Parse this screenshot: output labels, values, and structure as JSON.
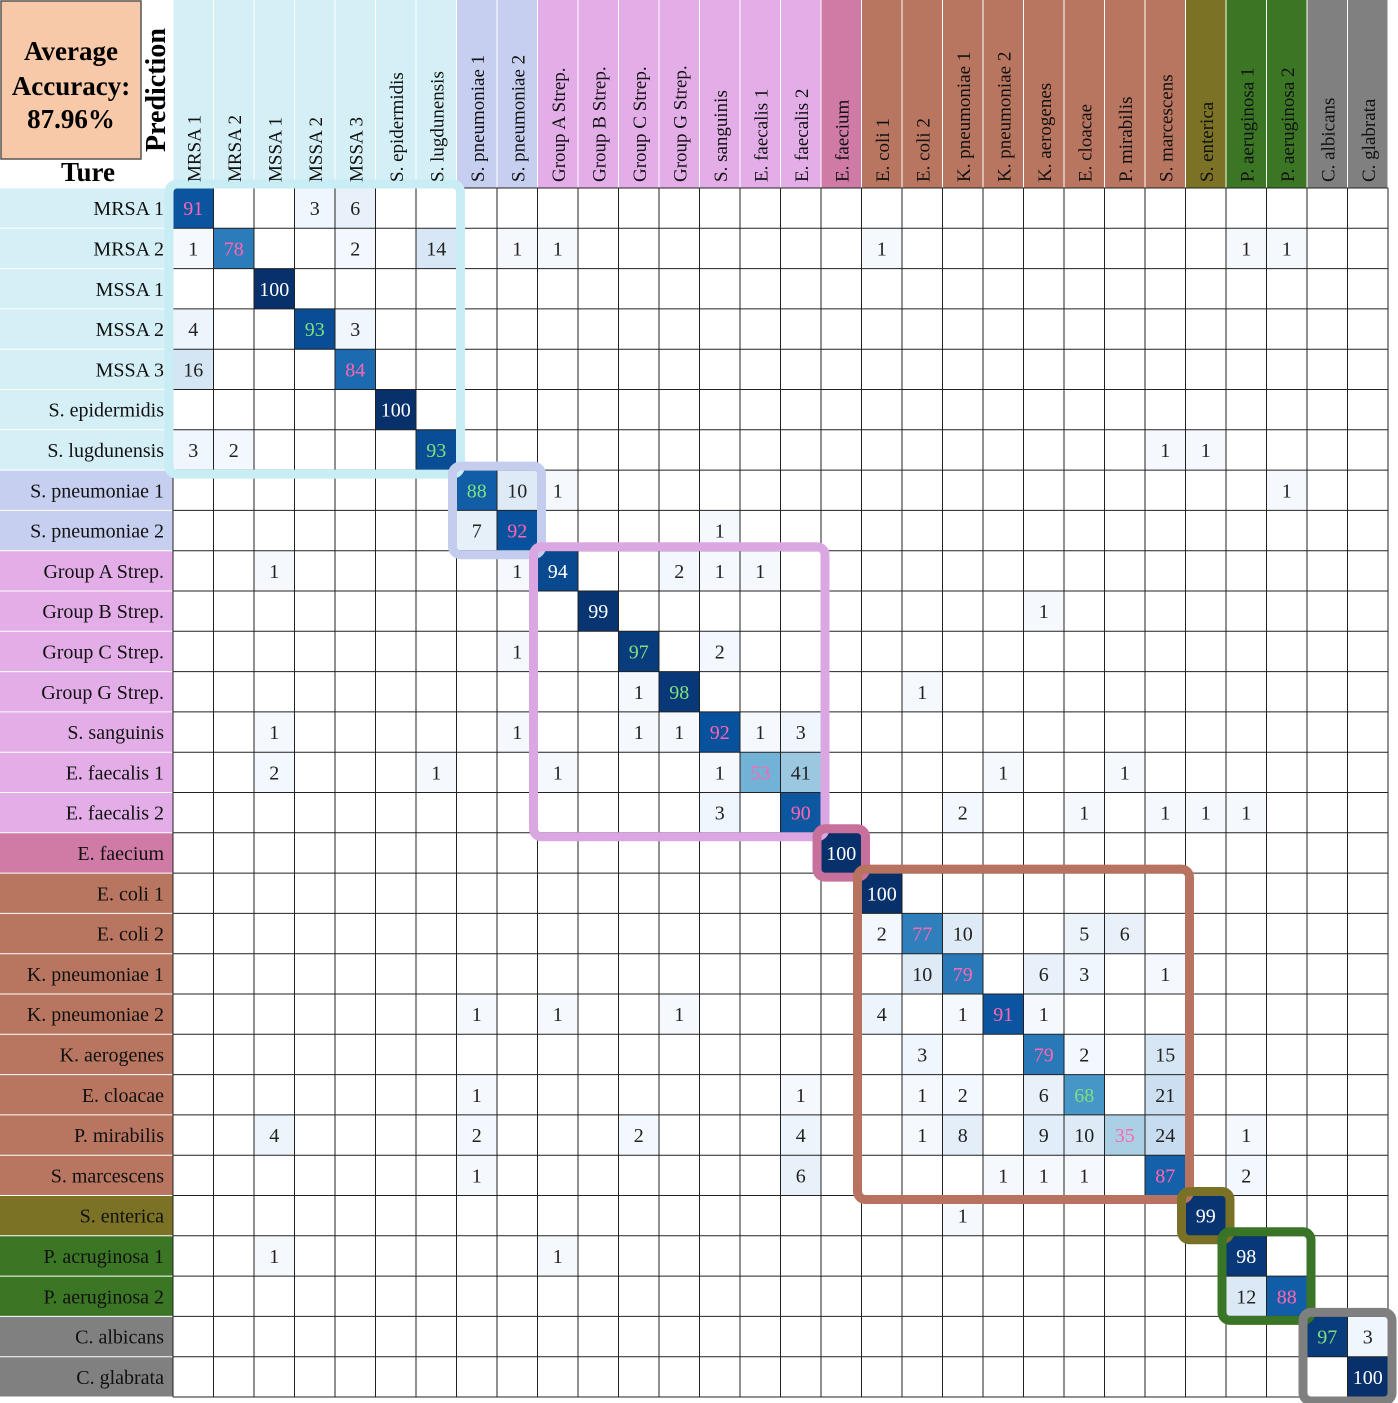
{
  "title_box": {
    "label": "Average Accuracy:",
    "value": "87.96%"
  },
  "axis_labels": {
    "predicted": "Prediction",
    "true": "Ture"
  },
  "chart_data": {
    "type": "heatmap",
    "labels": [
      "MRSA 1",
      "MRSA 2",
      "MSSA 1",
      "MSSA 2",
      "MSSA 3",
      "S. epidermidis",
      "S. lugdunensis",
      "S. pneumoniae 1",
      "S. pneumoniae 2",
      "Group A Strep.",
      "Group B Strep.",
      "Group C Strep.",
      "Group G Strep.",
      "S. sanguinis",
      "E. faecalis 1",
      "E. faecalis 2",
      "E. faecium",
      "E. coli 1",
      "E. coli 2",
      "K. pneumoniae 1",
      "K. pneumoniae 2",
      "K. aerogenes",
      "E. cloacae",
      "P. mirabilis",
      "S. marcescens",
      "S. enterica",
      "P. aeruginosa 1",
      "P. aeruginosa 2",
      "C. albicans",
      "C. glabrata"
    ],
    "row_labels": [
      "MRSA 1",
      "MRSA 2",
      "MSSA 1",
      "MSSA 2",
      "MSSA 3",
      "S. epidermidis",
      "S. lugdunensis",
      "S. pneumoniae 1",
      "S. pneumoniae 2",
      "Group A Strep.",
      "Group B Strep.",
      "Group C Strep.",
      "Group G Strep.",
      "S. sanguinis",
      "E. faecalis 1",
      "E. faecalis 2",
      "E. faecium",
      "E. coli 1",
      "E. coli 2",
      "K. pneumoniae 1",
      "K. pneumoniae 2",
      "K. aerogenes",
      "E. cloacae",
      "P. mirabilis",
      "S. marcescens",
      "S. enterica",
      "P. acruginosa 1",
      "P. aeruginosa 2",
      "C. albicans",
      "C. glabrata"
    ],
    "groups": [
      {
        "start": 0,
        "end": 6,
        "color": "#d4eff5",
        "border": "#c9edf5"
      },
      {
        "start": 7,
        "end": 8,
        "color": "#c7cff0",
        "border": "#c5cdef"
      },
      {
        "start": 9,
        "end": 15,
        "color": "#e3aee8",
        "border": "#dba7e3"
      },
      {
        "start": 16,
        "end": 16,
        "color": "#cf7ba6",
        "border": "#c8709c"
      },
      {
        "start": 17,
        "end": 24,
        "color": "#b87560",
        "border": "#b77260"
      },
      {
        "start": 25,
        "end": 25,
        "color": "#7c7225",
        "border": "#7b7126"
      },
      {
        "start": 26,
        "end": 27,
        "color": "#3b7625",
        "border": "#3a7426"
      },
      {
        "start": 28,
        "end": 29,
        "color": "#808080",
        "border": "#7f7f7f"
      }
    ],
    "diagonal_text_colors": [
      "#ff66b3",
      "#ff66b3",
      "#ffffff",
      "#7ee07e",
      "#ff66b3",
      "#ffffff",
      "#7ee07e",
      "#7ee07e",
      "#ff66b3",
      "#ffffff",
      "#ffffff",
      "#7ee07e",
      "#7ee07e",
      "#ff66b3",
      "#ff66b3",
      "#ff66b3",
      "#ffffff",
      "#ffffff",
      "#ff66b3",
      "#ff66b3",
      "#ff66b3",
      "#ff66b3",
      "#7ee07e",
      "#ff66b3",
      "#ff66b3",
      "#ffffff",
      "#ffffff",
      "#ff66b3",
      "#7ee07e",
      "#ffffff"
    ],
    "colorscale": [
      "#f7fbff",
      "#08306b"
    ],
    "values": [
      [
        91,
        0,
        0,
        3,
        6,
        0,
        0,
        0,
        0,
        0,
        0,
        0,
        0,
        0,
        0,
        0,
        0,
        0,
        0,
        0,
        0,
        0,
        0,
        0,
        0,
        0,
        0,
        0,
        0,
        0
      ],
      [
        1,
        78,
        0,
        0,
        2,
        0,
        14,
        0,
        1,
        1,
        0,
        0,
        0,
        0,
        0,
        0,
        0,
        1,
        0,
        0,
        0,
        0,
        0,
        0,
        0,
        0,
        1,
        1,
        0,
        0
      ],
      [
        0,
        0,
        100,
        0,
        0,
        0,
        0,
        0,
        0,
        0,
        0,
        0,
        0,
        0,
        0,
        0,
        0,
        0,
        0,
        0,
        0,
        0,
        0,
        0,
        0,
        0,
        0,
        0,
        0,
        0
      ],
      [
        4,
        0,
        0,
        93,
        3,
        0,
        0,
        0,
        0,
        0,
        0,
        0,
        0,
        0,
        0,
        0,
        0,
        0,
        0,
        0,
        0,
        0,
        0,
        0,
        0,
        0,
        0,
        0,
        0,
        0
      ],
      [
        16,
        0,
        0,
        0,
        84,
        0,
        0,
        0,
        0,
        0,
        0,
        0,
        0,
        0,
        0,
        0,
        0,
        0,
        0,
        0,
        0,
        0,
        0,
        0,
        0,
        0,
        0,
        0,
        0,
        0
      ],
      [
        0,
        0,
        0,
        0,
        0,
        100,
        0,
        0,
        0,
        0,
        0,
        0,
        0,
        0,
        0,
        0,
        0,
        0,
        0,
        0,
        0,
        0,
        0,
        0,
        0,
        0,
        0,
        0,
        0,
        0
      ],
      [
        3,
        2,
        0,
        0,
        0,
        0,
        93,
        0,
        0,
        0,
        0,
        0,
        0,
        0,
        0,
        0,
        0,
        0,
        0,
        0,
        0,
        0,
        0,
        0,
        1,
        1,
        0,
        0,
        0,
        0
      ],
      [
        0,
        0,
        0,
        0,
        0,
        0,
        0,
        88,
        10,
        1,
        0,
        0,
        0,
        0,
        0,
        0,
        0,
        0,
        0,
        0,
        0,
        0,
        0,
        0,
        0,
        0,
        0,
        1,
        0,
        0
      ],
      [
        0,
        0,
        0,
        0,
        0,
        0,
        0,
        7,
        92,
        0,
        0,
        0,
        0,
        1,
        0,
        0,
        0,
        0,
        0,
        0,
        0,
        0,
        0,
        0,
        0,
        0,
        0,
        0,
        0,
        0
      ],
      [
        0,
        0,
        1,
        0,
        0,
        0,
        0,
        0,
        1,
        94,
        0,
        0,
        2,
        1,
        1,
        0,
        0,
        0,
        0,
        0,
        0,
        0,
        0,
        0,
        0,
        0,
        0,
        0,
        0,
        0
      ],
      [
        0,
        0,
        0,
        0,
        0,
        0,
        0,
        0,
        0,
        0,
        99,
        0,
        0,
        0,
        0,
        0,
        0,
        0,
        0,
        0,
        0,
        1,
        0,
        0,
        0,
        0,
        0,
        0,
        0,
        0
      ],
      [
        0,
        0,
        0,
        0,
        0,
        0,
        0,
        0,
        1,
        0,
        0,
        97,
        0,
        2,
        0,
        0,
        0,
        0,
        0,
        0,
        0,
        0,
        0,
        0,
        0,
        0,
        0,
        0,
        0,
        0
      ],
      [
        0,
        0,
        0,
        0,
        0,
        0,
        0,
        0,
        0,
        0,
        0,
        1,
        98,
        0,
        0,
        0,
        0,
        0,
        1,
        0,
        0,
        0,
        0,
        0,
        0,
        0,
        0,
        0,
        0,
        0
      ],
      [
        0,
        0,
        1,
        0,
        0,
        0,
        0,
        0,
        1,
        0,
        0,
        1,
        1,
        92,
        1,
        3,
        0,
        0,
        0,
        0,
        0,
        0,
        0,
        0,
        0,
        0,
        0,
        0,
        0,
        0
      ],
      [
        0,
        0,
        2,
        0,
        0,
        0,
        1,
        0,
        0,
        1,
        0,
        0,
        0,
        1,
        53,
        41,
        0,
        0,
        0,
        0,
        1,
        0,
        0,
        1,
        0,
        0,
        0,
        0,
        0,
        0
      ],
      [
        0,
        0,
        0,
        0,
        0,
        0,
        0,
        0,
        0,
        0,
        0,
        0,
        0,
        3,
        0,
        90,
        0,
        0,
        0,
        2,
        0,
        0,
        1,
        0,
        1,
        1,
        1,
        0,
        0,
        0
      ],
      [
        0,
        0,
        0,
        0,
        0,
        0,
        0,
        0,
        0,
        0,
        0,
        0,
        0,
        0,
        0,
        0,
        100,
        0,
        0,
        0,
        0,
        0,
        0,
        0,
        0,
        0,
        0,
        0,
        0,
        0
      ],
      [
        0,
        0,
        0,
        0,
        0,
        0,
        0,
        0,
        0,
        0,
        0,
        0,
        0,
        0,
        0,
        0,
        0,
        100,
        0,
        0,
        0,
        0,
        0,
        0,
        0,
        0,
        0,
        0,
        0,
        0
      ],
      [
        0,
        0,
        0,
        0,
        0,
        0,
        0,
        0,
        0,
        0,
        0,
        0,
        0,
        0,
        0,
        0,
        0,
        2,
        77,
        10,
        0,
        0,
        5,
        6,
        0,
        0,
        0,
        0,
        0,
        0
      ],
      [
        0,
        0,
        0,
        0,
        0,
        0,
        0,
        0,
        0,
        0,
        0,
        0,
        0,
        0,
        0,
        0,
        0,
        0,
        10,
        79,
        0,
        6,
        3,
        0,
        1,
        0,
        0,
        0,
        0,
        0
      ],
      [
        0,
        0,
        0,
        0,
        0,
        0,
        0,
        1,
        0,
        1,
        0,
        0,
        1,
        0,
        0,
        0,
        0,
        4,
        0,
        1,
        91,
        1,
        0,
        0,
        0,
        0,
        0,
        0,
        0,
        0
      ],
      [
        0,
        0,
        0,
        0,
        0,
        0,
        0,
        0,
        0,
        0,
        0,
        0,
        0,
        0,
        0,
        0,
        0,
        0,
        3,
        0,
        0,
        79,
        2,
        0,
        15,
        0,
        0,
        0,
        0,
        0
      ],
      [
        0,
        0,
        0,
        0,
        0,
        0,
        0,
        1,
        0,
        0,
        0,
        0,
        0,
        0,
        0,
        1,
        0,
        0,
        1,
        2,
        0,
        6,
        68,
        0,
        21,
        0,
        0,
        0,
        0,
        0
      ],
      [
        0,
        0,
        4,
        0,
        0,
        0,
        0,
        2,
        0,
        0,
        0,
        2,
        0,
        0,
        0,
        4,
        0,
        0,
        1,
        8,
        0,
        9,
        10,
        35,
        24,
        0,
        1,
        0,
        0,
        0
      ],
      [
        0,
        0,
        0,
        0,
        0,
        0,
        0,
        1,
        0,
        0,
        0,
        0,
        0,
        0,
        0,
        6,
        0,
        0,
        0,
        0,
        1,
        1,
        1,
        0,
        87,
        0,
        2,
        0,
        0,
        0
      ],
      [
        0,
        0,
        0,
        0,
        0,
        0,
        0,
        0,
        0,
        0,
        0,
        0,
        0,
        0,
        0,
        0,
        0,
        0,
        0,
        1,
        0,
        0,
        0,
        0,
        0,
        99,
        0,
        0,
        0,
        0
      ],
      [
        0,
        0,
        1,
        0,
        0,
        0,
        0,
        0,
        0,
        1,
        0,
        0,
        0,
        0,
        0,
        0,
        0,
        0,
        0,
        0,
        0,
        0,
        0,
        0,
        0,
        0,
        98,
        0,
        0,
        0
      ],
      [
        0,
        0,
        0,
        0,
        0,
        0,
        0,
        0,
        0,
        0,
        0,
        0,
        0,
        0,
        0,
        0,
        0,
        0,
        0,
        0,
        0,
        0,
        0,
        0,
        0,
        0,
        12,
        88,
        0,
        0
      ],
      [
        0,
        0,
        0,
        0,
        0,
        0,
        0,
        0,
        0,
        0,
        0,
        0,
        0,
        0,
        0,
        0,
        0,
        0,
        0,
        0,
        0,
        0,
        0,
        0,
        0,
        0,
        0,
        0,
        97,
        3
      ],
      [
        0,
        0,
        0,
        0,
        0,
        0,
        0,
        0,
        0,
        0,
        0,
        0,
        0,
        0,
        0,
        0,
        0,
        0,
        0,
        0,
        0,
        0,
        0,
        0,
        0,
        0,
        0,
        0,
        0,
        100
      ]
    ]
  }
}
